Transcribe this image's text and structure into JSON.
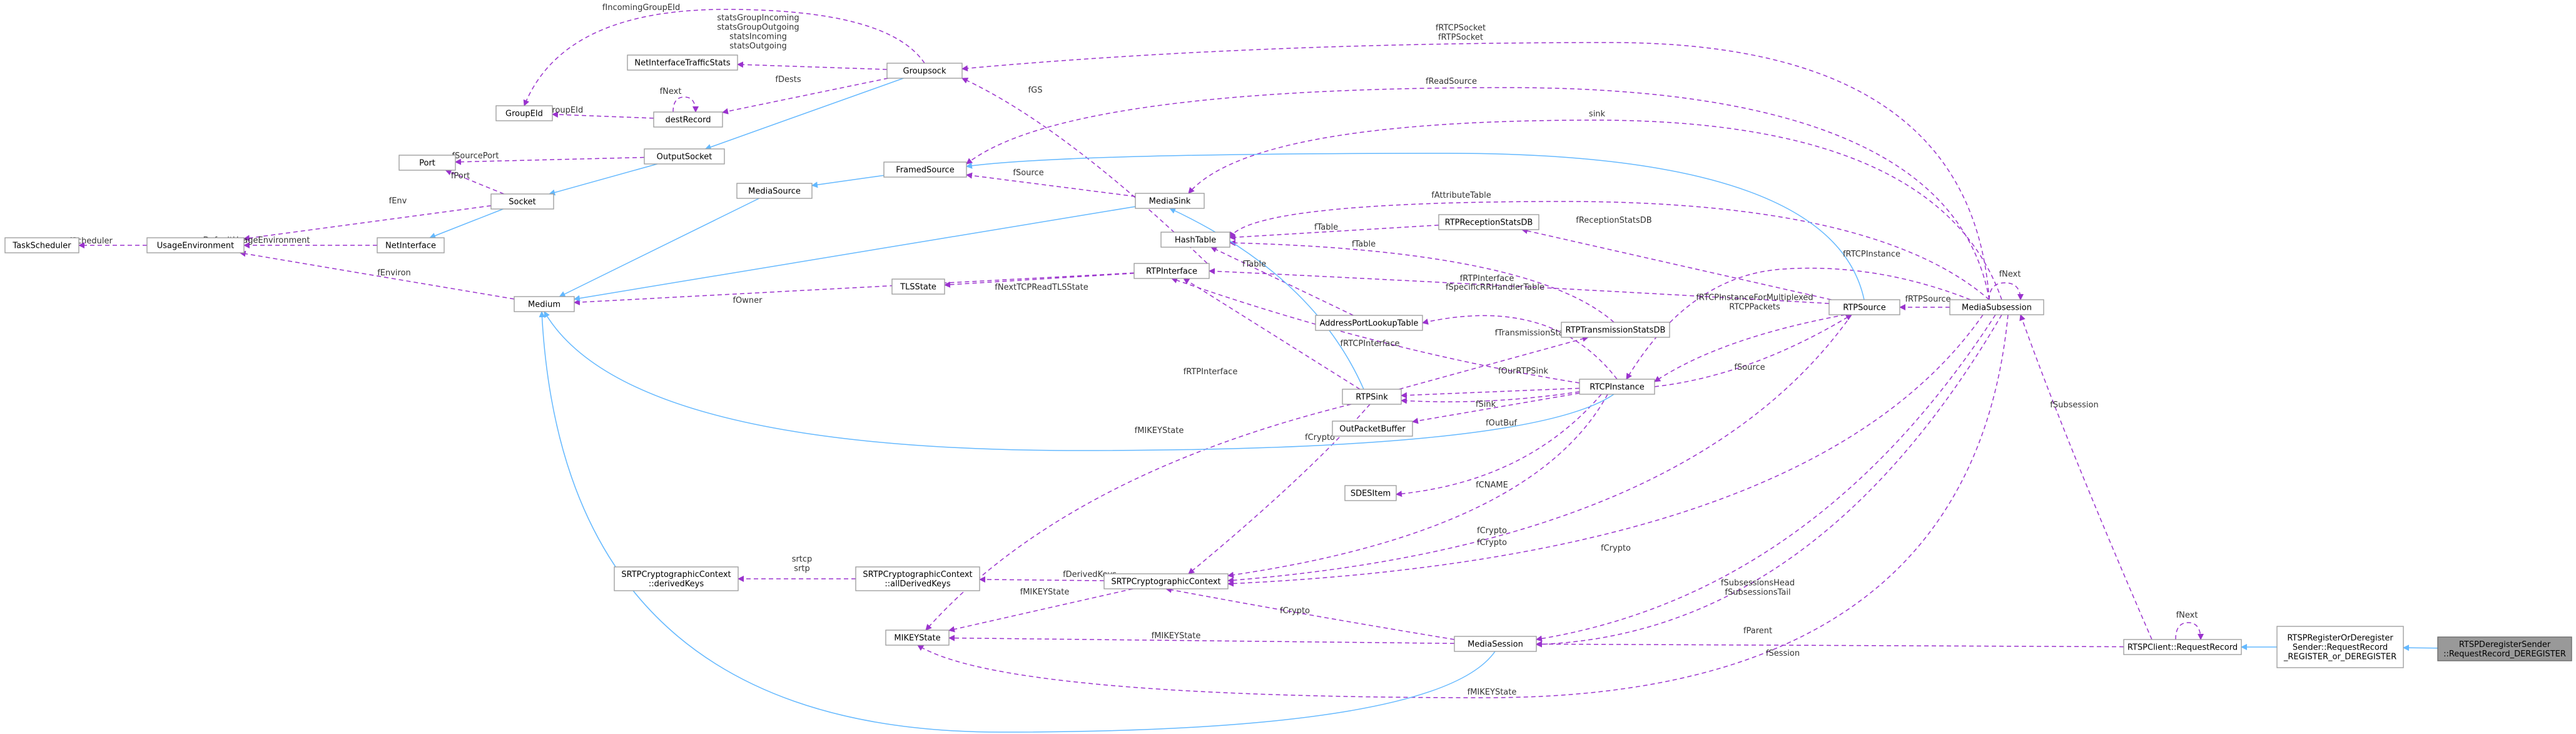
{
  "diagram": {
    "nodes": [
      {
        "id": "TaskScheduler",
        "label": [
          "TaskScheduler"
        ]
      },
      {
        "id": "UsageEnvironment",
        "label": [
          "UsageEnvironment"
        ]
      },
      {
        "id": "NetInterface",
        "label": [
          "NetInterface"
        ]
      },
      {
        "id": "Socket",
        "label": [
          "Socket"
        ]
      },
      {
        "id": "Port",
        "label": [
          "Port"
        ]
      },
      {
        "id": "GroupEId",
        "label": [
          "GroupEId"
        ]
      },
      {
        "id": "destRecord",
        "label": [
          "destRecord"
        ]
      },
      {
        "id": "OutputSocket",
        "label": [
          "OutputSocket"
        ]
      },
      {
        "id": "NetInterfaceTrafficStats",
        "label": [
          "NetInterfaceTrafficStats"
        ]
      },
      {
        "id": "Groupsock",
        "label": [
          "Groupsock"
        ]
      },
      {
        "id": "MediaSource",
        "label": [
          "MediaSource"
        ]
      },
      {
        "id": "FramedSource",
        "label": [
          "FramedSource"
        ]
      },
      {
        "id": "Medium",
        "label": [
          "Medium"
        ]
      },
      {
        "id": "MediaSink",
        "label": [
          "MediaSink"
        ]
      },
      {
        "id": "HashTable",
        "label": [
          "HashTable"
        ]
      },
      {
        "id": "TLSState",
        "label": [
          "TLSState"
        ]
      },
      {
        "id": "RTPInterface",
        "label": [
          "RTPInterface"
        ]
      },
      {
        "id": "RTPReceptionStatsDB",
        "label": [
          "RTPReceptionStatsDB"
        ]
      },
      {
        "id": "AddressPortLookupTable",
        "label": [
          "AddressPortLookupTable"
        ]
      },
      {
        "id": "RTPTransmissionStatsDB",
        "label": [
          "RTPTransmissionStatsDB"
        ]
      },
      {
        "id": "RTPSink",
        "label": [
          "RTPSink"
        ]
      },
      {
        "id": "RTCPInstance",
        "label": [
          "RTCPInstance"
        ]
      },
      {
        "id": "OutPacketBuffer",
        "label": [
          "OutPacketBuffer"
        ]
      },
      {
        "id": "RTPSource",
        "label": [
          "RTPSource"
        ]
      },
      {
        "id": "MediaSubsession",
        "label": [
          "MediaSubsession"
        ]
      },
      {
        "id": "SDESItem",
        "label": [
          "SDESItem"
        ]
      },
      {
        "id": "SRTPCryptographicContextDerivedKeys",
        "label": [
          "SRTPCryptographicContext",
          "::derivedKeys"
        ]
      },
      {
        "id": "SRTPCryptographicContextAllDerivedKeys",
        "label": [
          "SRTPCryptographicContext",
          "::allDerivedKeys"
        ]
      },
      {
        "id": "SRTPCryptographicContext",
        "label": [
          "SRTPCryptographicContext"
        ]
      },
      {
        "id": "MIKEYState",
        "label": [
          "MIKEYState"
        ]
      },
      {
        "id": "MediaSession",
        "label": [
          "MediaSession"
        ]
      },
      {
        "id": "RTSPClientRequestRecord",
        "label": [
          "RTSPClient::RequestRecord"
        ]
      },
      {
        "id": "RTSPRegisterOrDeregisterSenderRequestRecord",
        "label": [
          "RTSPRegisterOrDeregister",
          "Sender::RequestRecord",
          "_REGISTER_or_DEREGISTER"
        ]
      },
      {
        "id": "RTSPDeregisterSenderRequestRecordDEREGISTER",
        "label": [
          "RTSPDeregisterSender",
          "::RequestRecord_DEREGISTER"
        ]
      }
    ],
    "edge_labels": [
      {
        "id": "fScheduler",
        "lines": [
          "fScheduler"
        ]
      },
      {
        "id": "DefaultUsageEnvironment",
        "lines": [
          "DefaultUsageEnvironment"
        ]
      },
      {
        "id": "fEnv",
        "lines": [
          "fEnv"
        ]
      },
      {
        "id": "fEnviron",
        "lines": [
          "fEnviron"
        ]
      },
      {
        "id": "fPort",
        "lines": [
          "fPort"
        ]
      },
      {
        "id": "fSourcePort",
        "lines": [
          "fSourcePort"
        ]
      },
      {
        "id": "fIncomingGroupEId",
        "lines": [
          "fIncomingGroupEId"
        ]
      },
      {
        "id": "fGroupEId",
        "lines": [
          "fGroupEId"
        ]
      },
      {
        "id": "fNextDest",
        "lines": [
          "fNext"
        ]
      },
      {
        "id": "fDests",
        "lines": [
          "fDests"
        ]
      },
      {
        "id": "statsGroup",
        "lines": [
          "statsGroupIncoming",
          "statsGroupOutgoing",
          "statsIncoming",
          "statsOutgoing"
        ]
      },
      {
        "id": "fGS",
        "lines": [
          "fGS"
        ]
      },
      {
        "id": "fRTCPSocket",
        "lines": [
          "fRTCPSocket",
          "fRTPSocket"
        ]
      },
      {
        "id": "fReadSource",
        "lines": [
          "fReadSource"
        ]
      },
      {
        "id": "sink",
        "lines": [
          "sink"
        ]
      },
      {
        "id": "fSourceSink",
        "lines": [
          "fSource"
        ]
      },
      {
        "id": "fAttributeTable",
        "lines": [
          "fAttributeTable"
        ]
      },
      {
        "id": "fTableRecep",
        "lines": [
          "fTable"
        ]
      },
      {
        "id": "fTableAddr",
        "lines": [
          "fTable"
        ]
      },
      {
        "id": "fTableTrans",
        "lines": [
          "fTable"
        ]
      },
      {
        "id": "fReceptionStatsDB",
        "lines": [
          "fReceptionStatsDB"
        ]
      },
      {
        "id": "fNextTCPReadTLSState",
        "lines": [
          "fNextTCPReadTLSState"
        ]
      },
      {
        "id": "fOwner",
        "lines": [
          "fOwner"
        ]
      },
      {
        "id": "fRTPInterfaceSrc",
        "lines": [
          "fRTPInterface"
        ]
      },
      {
        "id": "fSpecificRRHandlerTable",
        "lines": [
          "fSpecificRRHandlerTable"
        ]
      },
      {
        "id": "fRTCPInterface",
        "lines": [
          "fRTCPInterface"
        ]
      },
      {
        "id": "fRTPInterfaceSink",
        "lines": [
          "fRTPInterface"
        ]
      },
      {
        "id": "fTransmissionStatsDB",
        "lines": [
          "fTransmissionStatsDB"
        ]
      },
      {
        "id": "fRTCPInstance",
        "lines": [
          "fRTCPInstance"
        ]
      },
      {
        "id": "fRTCPInstanceForMultiplexed",
        "lines": [
          "fRTCPInstanceForMultiplexed",
          "RTCPPackets"
        ]
      },
      {
        "id": "fOurRTPSink",
        "lines": [
          "fOurRTPSink"
        ]
      },
      {
        "id": "fSink",
        "lines": [
          "fSink"
        ]
      },
      {
        "id": "fOutBuf",
        "lines": [
          "fOutBuf"
        ]
      },
      {
        "id": "fSourceRTCP",
        "lines": [
          "fSource"
        ]
      },
      {
        "id": "fRTPSource",
        "lines": [
          "fRTPSource"
        ]
      },
      {
        "id": "fNextSub",
        "lines": [
          "fNext"
        ]
      },
      {
        "id": "fMIKEYStateSink",
        "lines": [
          "fMIKEYState"
        ]
      },
      {
        "id": "fCryptoSink",
        "lines": [
          "fCrypto"
        ]
      },
      {
        "id": "fCNAME",
        "lines": [
          "fCNAME"
        ]
      },
      {
        "id": "fCryptoRTCP",
        "lines": [
          "fCrypto"
        ]
      },
      {
        "id": "fCryptoSrc",
        "lines": [
          "fCrypto"
        ]
      },
      {
        "id": "fCryptoSub",
        "lines": [
          "fCrypto"
        ]
      },
      {
        "id": "srtcp",
        "lines": [
          "srtcp",
          "srtp"
        ]
      },
      {
        "id": "fDerivedKeys",
        "lines": [
          "fDerivedKeys"
        ]
      },
      {
        "id": "fMIKEYStateCtx",
        "lines": [
          "fMIKEYState"
        ]
      },
      {
        "id": "fCryptoSession",
        "lines": [
          "fCrypto"
        ]
      },
      {
        "id": "fMIKEYStateSession",
        "lines": [
          "fMIKEYState"
        ]
      },
      {
        "id": "fMIKEYStateSub",
        "lines": [
          "fMIKEYState"
        ]
      },
      {
        "id": "fSubsessionsHead",
        "lines": [
          "fSubsessionsHead",
          "fSubsessionsTail"
        ]
      },
      {
        "id": "fParent",
        "lines": [
          "fParent"
        ]
      },
      {
        "id": "fSession",
        "lines": [
          "fSession"
        ]
      },
      {
        "id": "fSubsession",
        "lines": [
          "fSubsession"
        ]
      },
      {
        "id": "fNextReq",
        "lines": [
          "fNext"
        ]
      }
    ]
  },
  "colors": {
    "usage_edge": "#9a32cd",
    "inherit_edge": "#63b8ff",
    "node_border": "#999999",
    "highlight_fill": "#999999"
  }
}
